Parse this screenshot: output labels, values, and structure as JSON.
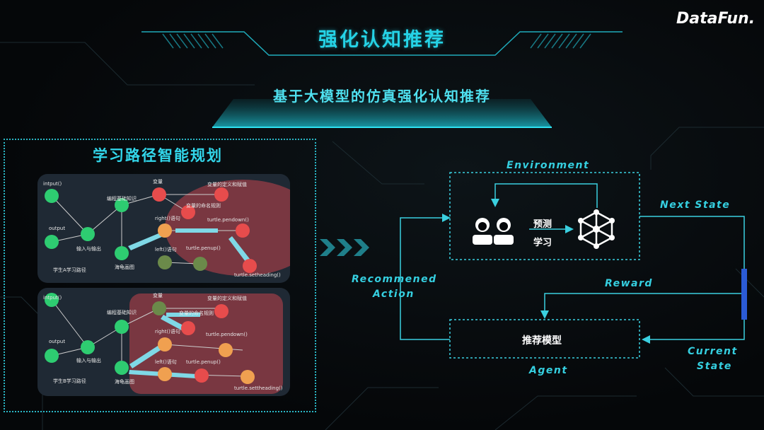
{
  "header": {
    "title": "强化认知推荐",
    "subtitle": "基于大模型的仿真强化认知推荐",
    "logo": "DataFun."
  },
  "left_section": {
    "title": "学习路径智能规划",
    "panels": [
      {
        "student_label": "学生A学习路径",
        "nodes": {
          "input": "intput()",
          "output": "output",
          "io": "输入与输出",
          "basics": "编程基础知识",
          "variable": "变量",
          "var_def": "变量的定义和赋值",
          "var_naming": "变量的命名规则",
          "right": "right()语句",
          "left": "left()语句",
          "turtle_draw": "海龟画图",
          "pendown": "turtle.pendown()",
          "penup": "turtle.penup()",
          "setheading": "turtle.setheading()"
        }
      },
      {
        "student_label": "学生B学习路径",
        "nodes": {
          "input": "intput()",
          "output": "output",
          "io": "输入与输出",
          "basics": "编程基础知识",
          "variable": "变量",
          "var_def": "变量的定义和赋值",
          "var_naming": "变量的命名规则",
          "right": "right()语句",
          "left": "left()语句",
          "turtle_draw": "海龟画图",
          "pendown": "turtle.pendown()",
          "penup": "turtle.penup()",
          "setheading": "turtle.settheading()"
        }
      }
    ]
  },
  "rl_diagram": {
    "environment": "Environment",
    "predict": "预测",
    "learn": "学习",
    "next_state": "Next  State",
    "reward": "Reward",
    "recommended_action_line1": "Recommened",
    "recommended_action_line2": "Action",
    "agent_box": "推荐模型",
    "agent": "Agent",
    "current_state_line1": "Current",
    "current_state_line2": "State"
  },
  "colors": {
    "accent": "#25d3e6",
    "node_green": "#2ecc71",
    "node_red": "#e74c4c",
    "node_orange": "#f0a050",
    "node_olive": "#6b8a4a",
    "highlight_region": "#8a3a44"
  }
}
